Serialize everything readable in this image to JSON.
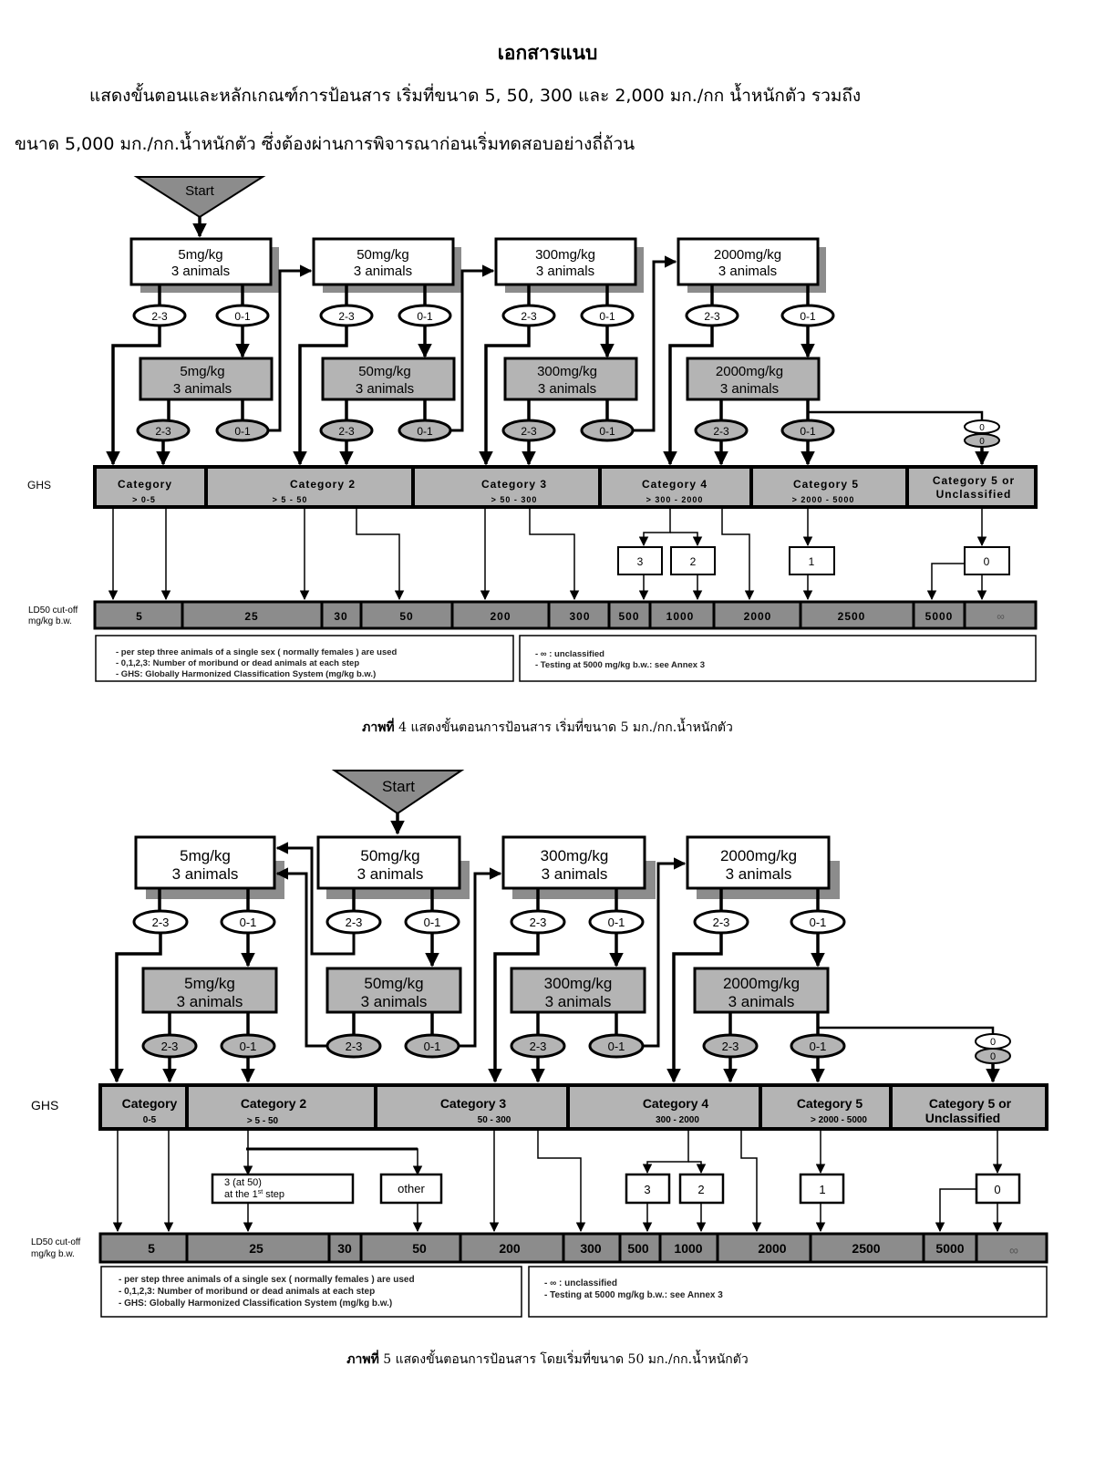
{
  "header": {
    "title": "เอกสารแนบ",
    "intro_line1": "แสดงขั้นตอนและหลักเกณฑ์การป้อนสาร เริ่มที่ขนาด 5, 50, 300 และ  2,000 มก./กก น้ำหนักตัว รวมถึง",
    "intro_line2": "ขนาด 5,000  มก./กก.น้ำหนักตัว ซึ่งต้องผ่านการพิจารณาก่อนเริ่มทดสอบอย่างถี่ถ้วน"
  },
  "figures": [
    {
      "start_label": "Start",
      "doses": [
        {
          "dose": "5mg/kg",
          "animals": "3 animals"
        },
        {
          "dose": "50mg/kg",
          "animals": "3 animals"
        },
        {
          "dose": "300mg/kg",
          "animals": "3 animals"
        },
        {
          "dose": "2000mg/kg",
          "animals": "3 animals"
        }
      ],
      "outcome_labels": {
        "high": "2-3",
        "low": "0-1",
        "zero": "0"
      },
      "ghs_label": "GHS",
      "categories": [
        {
          "name": "Category",
          "range": ">  0-5"
        },
        {
          "name": "Category 2",
          "range": ">       5 - 50"
        },
        {
          "name": "Category 3",
          "range": ">  50 - 300"
        },
        {
          "name": "Category 4",
          "range": ">  300 - 2000"
        },
        {
          "name": "Category 5",
          "range": "> 2000 - 5000"
        },
        {
          "name": "Category 5 or",
          "range": "Unclassified"
        }
      ],
      "count_boxes": [
        "3",
        "2",
        "1",
        "0"
      ],
      "ld50_label_line1": "LD50  cut-off",
      "ld50_label_line2": "mg/kg b.w.",
      "ld50_cells": [
        "5",
        "25",
        "30",
        "50",
        "200",
        "300",
        "500",
        "1000",
        "2000",
        "2500",
        "5000",
        "∞"
      ],
      "notes_left": [
        "- per  step three animals of a single  sex (  normally females  ) are used",
        "- 0,1,2,3:   Number of moribund   or dead animals  at each step",
        "- GHS:  Globally Harmonized Classification System (mg/kg b.w.)"
      ],
      "notes_right": [
        "- ∞ : unclassified",
        "- Testing at 5000 mg/kg b.w.: see  Annex 3"
      ],
      "caption_bold": "ภาพที่",
      "caption_text": " 4 แสดงขั้นตอนการป้อนสาร เริ่มที่ขนาด 5 มก./กก.น้ำหนักตัว"
    },
    {
      "start_label": "Start",
      "doses": [
        {
          "dose": "5mg/kg",
          "animals": "3 animals"
        },
        {
          "dose": "50mg/kg",
          "animals": "3 animals"
        },
        {
          "dose": "300mg/kg",
          "animals": "3 animals"
        },
        {
          "dose": "2000mg/kg",
          "animals": "3 animals"
        }
      ],
      "outcome_labels": {
        "high": "2-3",
        "low": "0-1",
        "zero": "0"
      },
      "ghs_label": "GHS",
      "categories": [
        {
          "name": "Category",
          "range": "0-5"
        },
        {
          "name": "Category 2",
          "range": ">  5 - 50"
        },
        {
          "name": "Category 3",
          "range": "50 - 300"
        },
        {
          "name": "Category 4",
          "range": "300 - 2000"
        },
        {
          "name": "Category 5",
          "range": "> 2000 - 5000"
        },
        {
          "name": "Category 5 or",
          "range": "Unclassified"
        }
      ],
      "count_boxes": [
        "3",
        "2",
        "1",
        "0"
      ],
      "cat2_boxes": {
        "first_line1": "3 (at 50)",
        "first_line2": "at the 1",
        "first_sup": "st",
        "first_line2_end": " step",
        "other": "other"
      },
      "ld50_label_line1": "LD50  cut-off",
      "ld50_label_line2": "mg/kg b.w.",
      "ld50_cells": [
        "5",
        "25",
        "30",
        "50",
        "200",
        "300",
        "500",
        "1000",
        "2000",
        "2500",
        "5000",
        "∞"
      ],
      "notes_left": [
        "- per  step three animals  of a  single sex (   normally females  ) are used",
        "- 0,1,2,3:   Number of moribund  or dead animals  at each step",
        "- GHS:  Globally Harmonized Classification System (mg/kg b.w.)"
      ],
      "notes_right": [
        "- ∞ : unclassified",
        "- Testing   at 5000 mg/kg b.w.: see Annex 3"
      ],
      "caption_bold": "ภาพที่",
      "caption_text": "   5 แสดงขั้นตอนการป้อนสาร โดยเริ่มที่ขนาด 50 มก./กก.น้ำหนักตัว"
    }
  ]
}
